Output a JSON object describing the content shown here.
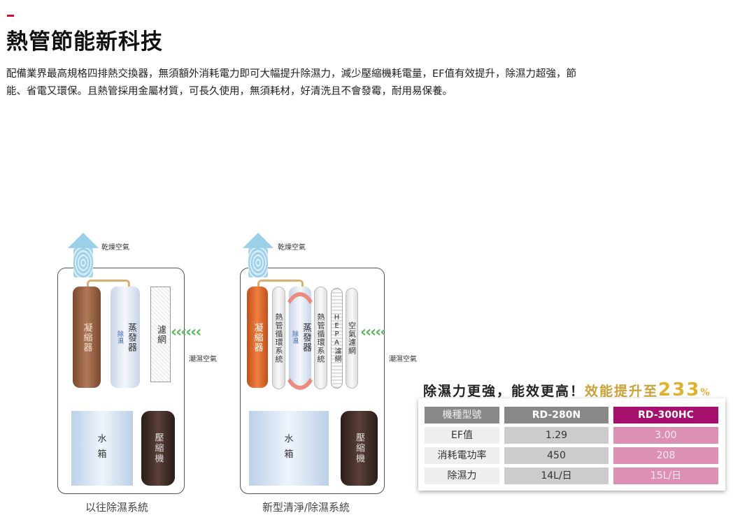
{
  "header": {
    "title": "熱管節能新科技",
    "paragraph": "配備業界最高規格四排熱交換器，無須額外消耗電力即可大幅提升除濕力，減少壓縮機耗電量，EF值有效提升，除濕力超強，節能、省電又環保。且熱管採用金屬材質，可長久使用，無須耗材，好清洗且不會發霉，耐用易保養。"
  },
  "diagram_old": {
    "dry_air": "乾燥空氣",
    "humid_air": "潮濕空氣",
    "condenser": "凝縮器",
    "evaporator": "蒸發器",
    "dehumid": "除濕",
    "filter": "濾網",
    "water_tank_1": "水",
    "water_tank_2": "箱",
    "compressor": "壓縮機",
    "caption": "以往除濕系統"
  },
  "diagram_new": {
    "dry_air": "乾燥空氣",
    "humid_air": "潮濕空氣",
    "condenser": "凝縮器",
    "heat_pipe": "熱管循環系統",
    "evaporator": "蒸發器",
    "dehumid": "除濕",
    "hepa": "HEPA濾網",
    "air_filter": "空氣濾網",
    "water_tank_1": "水",
    "water_tank_2": "箱",
    "compressor": "壓縮機",
    "caption": "新型清淨/除濕系統"
  },
  "comparison": {
    "title_black": "除濕力更強，能效更高！",
    "title_gold": "效能提升至",
    "title_number": "233",
    "title_pct": "%",
    "headers": [
      "機種型號",
      "RD-280N",
      "RD-300HC"
    ],
    "rows": [
      [
        "EF值",
        "1.29",
        "3.00"
      ],
      [
        "消耗電功率",
        "450",
        "208"
      ],
      [
        "除濕力",
        "14L/日",
        "15L/日"
      ]
    ],
    "colors": {
      "new_model": "#a5106e",
      "gold": "#e0b030"
    }
  }
}
